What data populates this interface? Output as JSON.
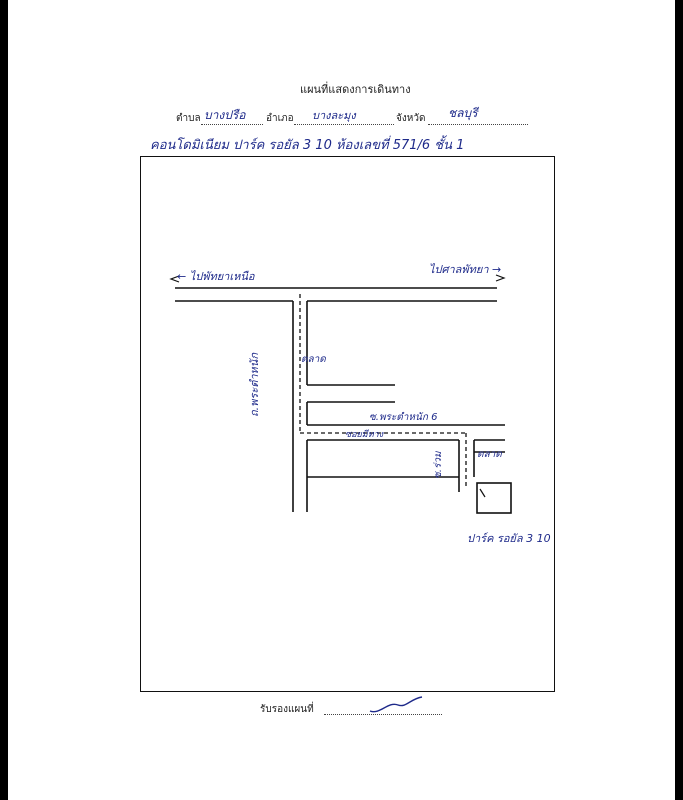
{
  "document": {
    "title": "แผนที่แสดงการเดินทาง",
    "labels": {
      "subdistrict": "ตำบล",
      "district": "อำเภอ",
      "province": "จังหวัด",
      "certify": "รับรองแผนที่"
    },
    "handwritten": {
      "subdistrict_value": "บางปรือ",
      "district_value": "บางละมุง",
      "province_value": "ชลบุรี",
      "address_line": "คอนโดมิเนียม ปาร์ค รอยัล 3 10  ห้องเลขที่ 571/6  ชั้น 1"
    }
  },
  "map": {
    "road_left": "← ไปพัทยาเหนือ",
    "road_right": "ไปศาลพัทยา →",
    "road_vertical": "ถ.พระตำหนัก",
    "place_1": "ตลาด",
    "soi_label": "ซ.พระตำหนัก 6",
    "soi_sub_label": "ซอยมีทาง",
    "small_soi": "ซ.ร่วม",
    "place_2": "ตลาด",
    "destination": "ปาร์ค รอยัล 3 10"
  }
}
